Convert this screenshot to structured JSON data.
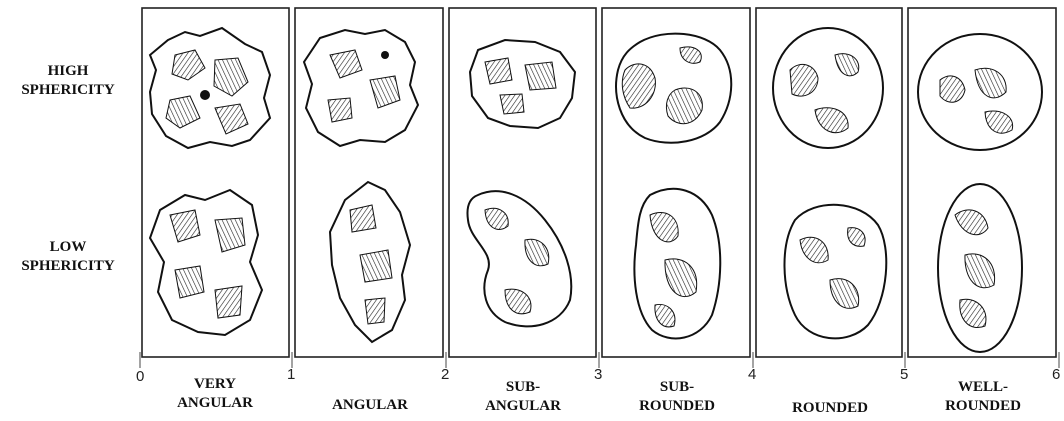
{
  "rows": [
    {
      "lines": [
        "HIGH",
        "SPHERICITY"
      ]
    },
    {
      "lines": [
        "LOW",
        "SPHERICITY"
      ]
    }
  ],
  "scale_ticks": [
    "0",
    "1",
    "2",
    "3",
    "4",
    "5",
    "6"
  ],
  "columns": [
    {
      "lines": [
        "VERY",
        "ANGULAR"
      ]
    },
    {
      "lines": [
        "ANGULAR"
      ]
    },
    {
      "lines": [
        "SUB-",
        "ANGULAR"
      ]
    },
    {
      "lines": [
        "SUB-",
        "ROUNDED"
      ]
    },
    {
      "lines": [
        "ROUNDED"
      ]
    },
    {
      "lines": [
        "WELL-",
        "ROUNDED"
      ]
    }
  ]
}
